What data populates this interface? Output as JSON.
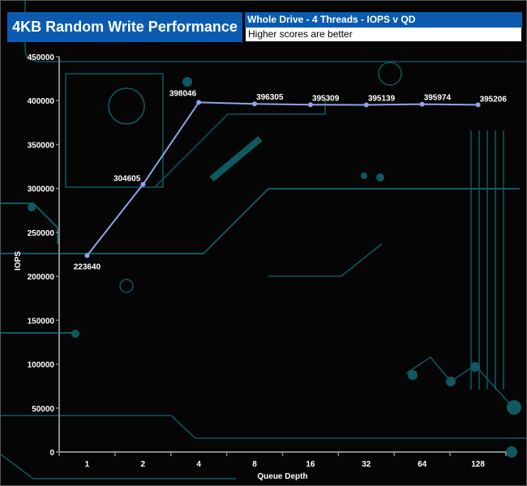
{
  "header": {
    "title": "4KB Random Write Performance",
    "subtitle": "Whole Drive - 4 Threads - IOPS v QD",
    "note": "Higher scores are better"
  },
  "colors": {
    "line": "#8fa3e8",
    "axis": "#8a8a8a",
    "header": "#0a5bb0",
    "circuit": "#0e5a60"
  },
  "chart_data": {
    "type": "line",
    "title": "4KB Random Write Performance",
    "xlabel": "Queue Depth",
    "ylabel": "IOPS",
    "categories": [
      "1",
      "2",
      "4",
      "8",
      "16",
      "32",
      "64",
      "128"
    ],
    "series": [
      {
        "name": "IOPS",
        "values": [
          223640,
          304605,
          398046,
          396305,
          395309,
          395139,
          395974,
          395206
        ]
      }
    ],
    "ylim": [
      0,
      450000
    ],
    "yticks": [
      0,
      50000,
      100000,
      150000,
      200000,
      250000,
      300000,
      350000,
      400000,
      450000
    ],
    "grid": false
  }
}
